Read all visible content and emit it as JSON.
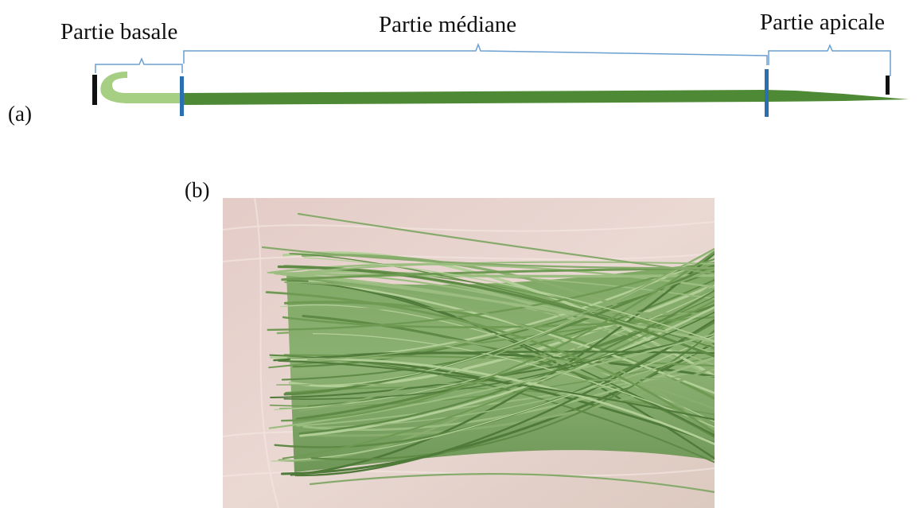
{
  "diagram": {
    "panel_label": "(a)",
    "sections": {
      "basal": "Partie basale",
      "median": "Partie médiane",
      "apical": "Partie apicale"
    },
    "colors": {
      "leaf_dark": "#4e8a36",
      "leaf_light": "#a6cf84",
      "marker_blue": "#2a6fb0",
      "marker_black": "#111111",
      "bracket": "#6a9fd0"
    }
  },
  "photo": {
    "panel_label": "(b)",
    "colors": {
      "background": "#e8d6d2",
      "needle": "#7aa25a"
    }
  }
}
